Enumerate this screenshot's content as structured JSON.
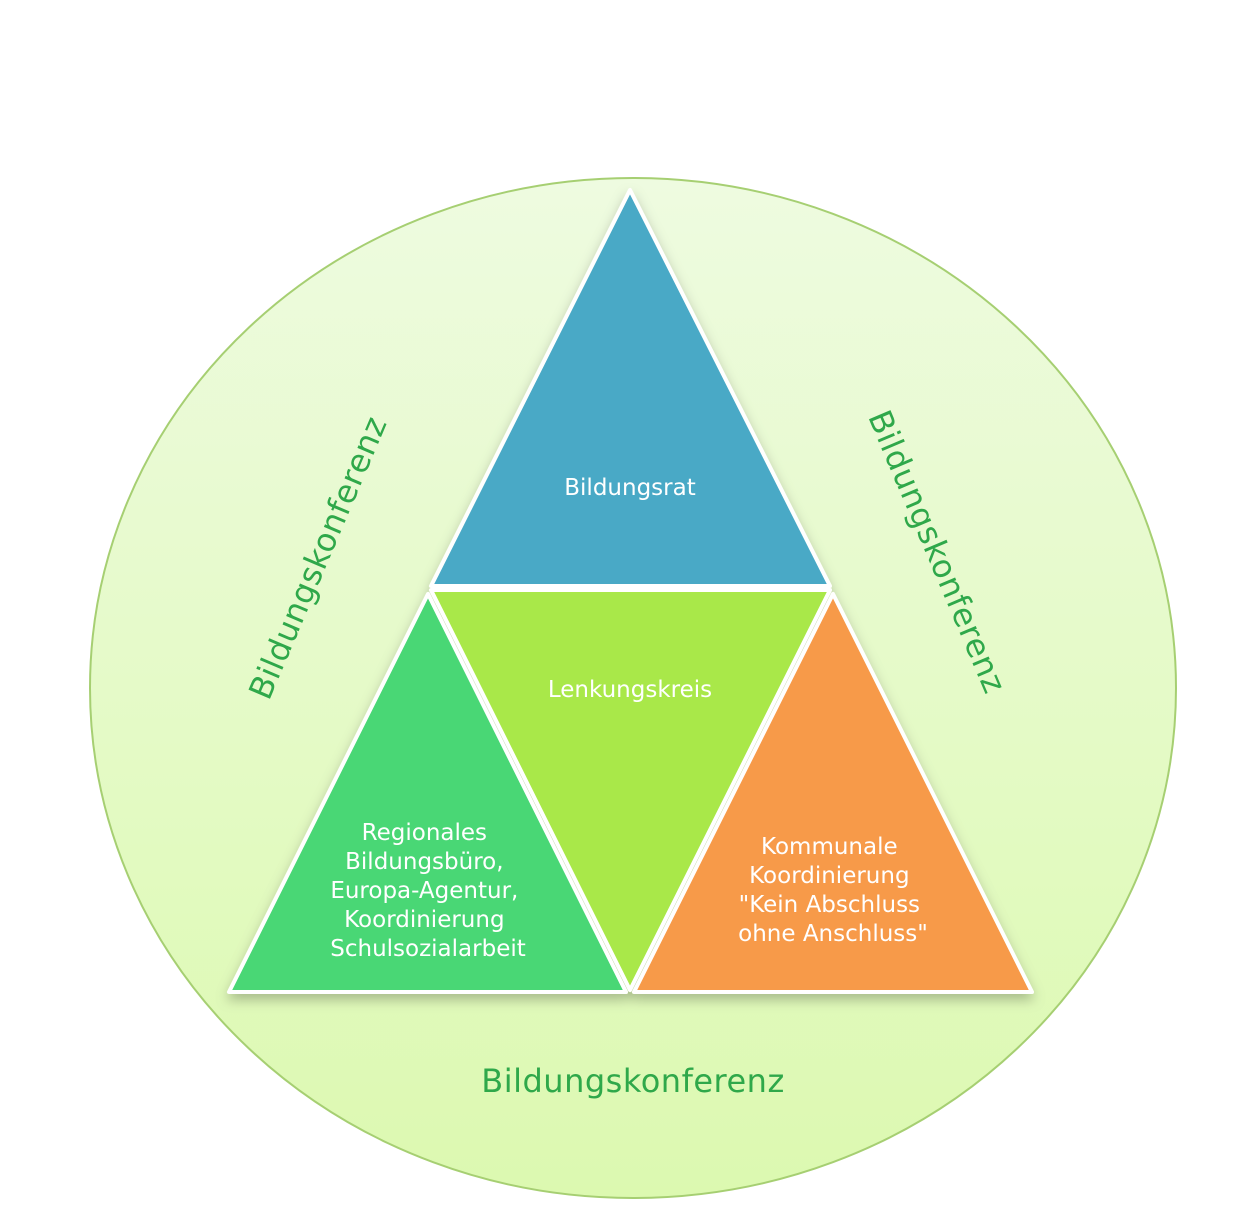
{
  "diagram": {
    "circle": {
      "label_left": "Bildungskonferenz",
      "label_right": "Bildungskonferenz",
      "label_bottom": "Bildungskonferenz"
    },
    "top_triangle": {
      "label": "Bildungsrat"
    },
    "center_triangle": {
      "label": "Lenkungskreis"
    },
    "left_triangle": {
      "lines": [
        "Regionales",
        "Bildungsbüro,",
        "Europa-Agentur,",
        "Koordinierung",
        "Schulsozialarbeit"
      ]
    },
    "right_triangle": {
      "lines": [
        "Kommunale",
        "Koordinierung",
        "\"Kein Abschluss",
        "ohne Anschluss\""
      ]
    }
  },
  "colors": {
    "circle_fill_top": "#eefbe0",
    "circle_fill_bottom": "#dcf9b0",
    "circle_stroke": "#a6cf72",
    "circle_label": "#2fa84a",
    "top_triangle": "#4aa9c6",
    "center_triangle": "#a9e848",
    "left_triangle": "#48d775",
    "right_triangle": "#f79a49",
    "triangle_stroke": "#ffffff"
  }
}
